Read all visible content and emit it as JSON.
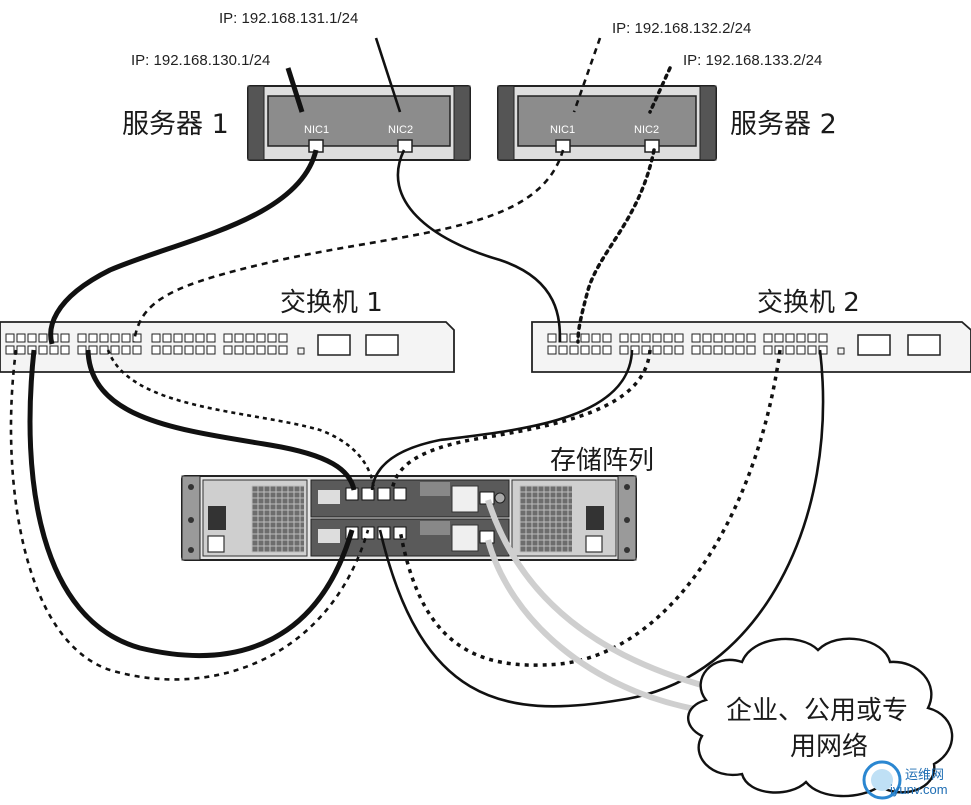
{
  "ips": {
    "s1_nic2": "IP: 192.168.131.1/24",
    "s1_nic1": "IP: 192.168.130.1/24",
    "s2_nic1": "IP: 192.168.132.2/24",
    "s2_nic2": "IP: 192.168.133.2/24"
  },
  "servers": {
    "server1": "服务器 1",
    "server2": "服务器 2",
    "nic1": "NIC1",
    "nic2": "NIC2"
  },
  "switches": {
    "switch1": "交换机 1",
    "switch2": "交换机 2"
  },
  "storage": {
    "label": "存储阵列"
  },
  "cloud": {
    "line1": "企业、公用或专",
    "line2": "用网络"
  },
  "watermark": {
    "cn": "运维网",
    "url": "iyunv.com"
  },
  "colors": {
    "cable": "#111111",
    "mgmt_cable": "#cfcfcf",
    "device_fill": "#f0f0f0",
    "device_dark": "#666666"
  }
}
